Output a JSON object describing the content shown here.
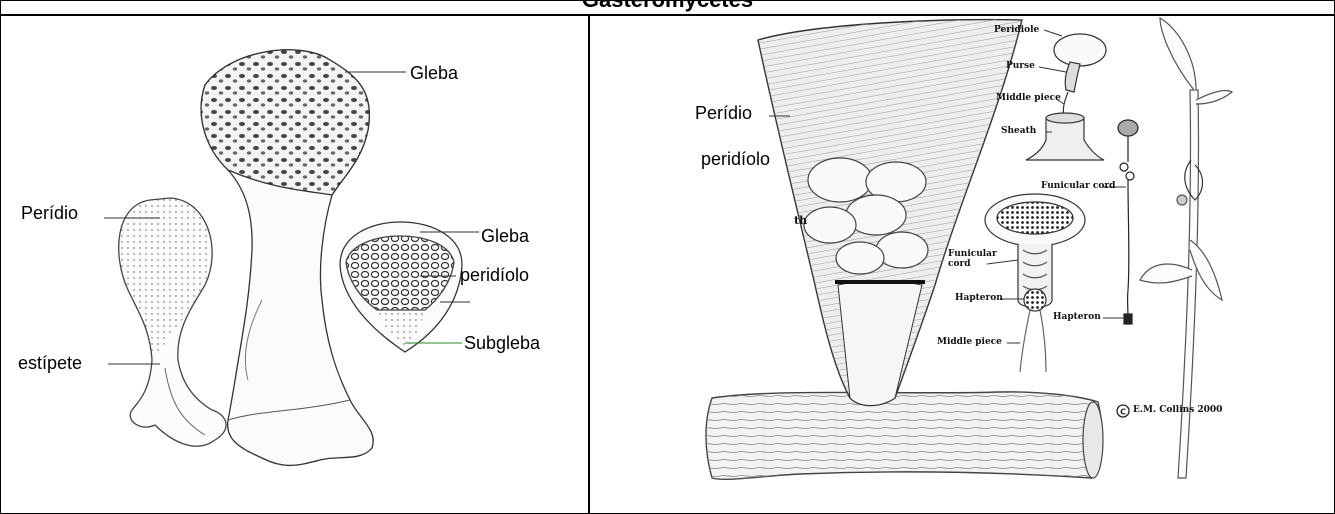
{
  "header": {
    "title": "Gasteromycetes"
  },
  "left_panel": {
    "labels": {
      "gleba_top": "Gleba",
      "peridio": "Perídio",
      "gleba_right": "Gleba",
      "peridiolo": "peridíolo",
      "subgleba": "Subgleba",
      "estipete": "estípete"
    }
  },
  "right_panel": {
    "labels": {
      "peridio": "Perídio",
      "peridiolo": "peridíolo"
    },
    "small_labels": {
      "peridiole": "Peridiole",
      "purse": "Purse",
      "middle_piece_top": "Middle piece",
      "sheath": "Sheath",
      "funicular_cord_right": "Funicular cord",
      "funicular_cord_left_1": "Funicular",
      "funicular_cord_left_2": "cord",
      "hapteron_left": "Hapteron",
      "hapteron_right": "Hapteron",
      "middle_piece_bottom": "Middle piece",
      "th_fragment": "th",
      "credit": "E.M. Collins 2000"
    }
  },
  "colors": {
    "ink": "#222222",
    "border": "#000000"
  }
}
